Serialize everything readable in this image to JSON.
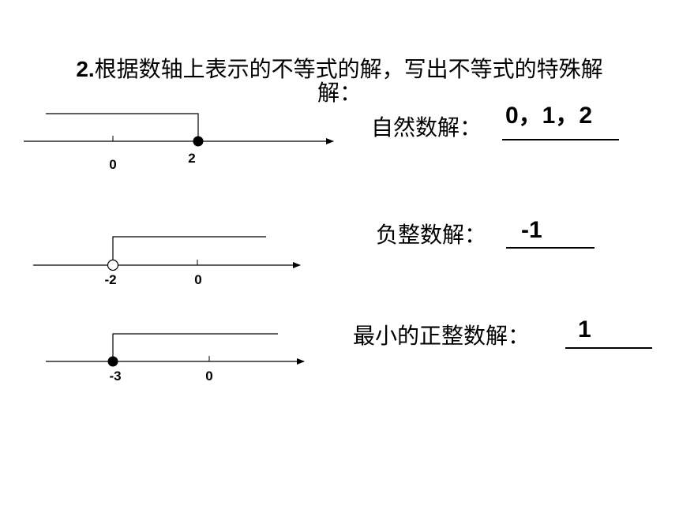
{
  "title": {
    "number": "2.",
    "line1": "根据数轴上表示的不等式的解，写出不等式的特殊解",
    "line2": "解："
  },
  "number_lines": [
    {
      "labels": [
        "0",
        "2"
      ],
      "point": "filled",
      "direction": "left"
    },
    {
      "labels": [
        "-2",
        "0"
      ],
      "point": "open",
      "direction": "right"
    },
    {
      "labels": [
        "-3",
        "0"
      ],
      "point": "filled",
      "direction": "right"
    }
  ],
  "questions": [
    {
      "label": "自然数解：",
      "answer": "0，1，2"
    },
    {
      "label": "负整数解：",
      "answer": "-1"
    },
    {
      "label": "最小的正整数解：",
      "answer": "1"
    }
  ]
}
